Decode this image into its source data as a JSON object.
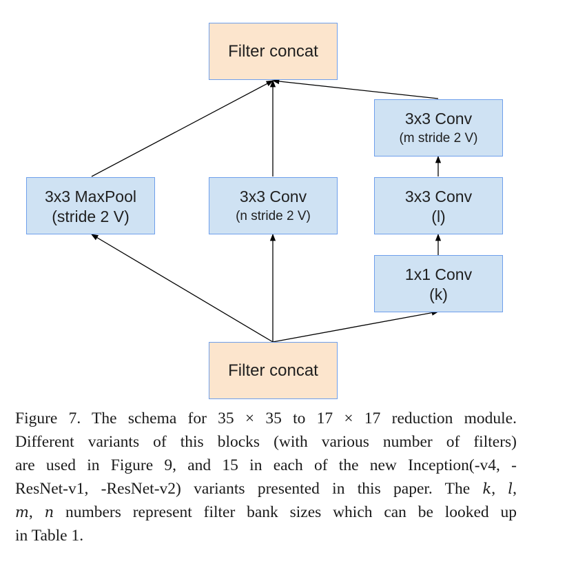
{
  "diagram": {
    "top_concat": "Filter concat",
    "bottom_concat": "Filter concat",
    "maxpool": {
      "line1": "3x3 MaxPool",
      "line2": "(stride 2 V)"
    },
    "mid_conv": {
      "line1": "3x3 Conv",
      "line2": "(n stride 2 V)"
    },
    "right_conv_top": {
      "line1": "3x3 Conv",
      "line2": "(m stride 2 V)"
    },
    "right_conv_mid": {
      "line1": "3x3 Conv",
      "line2": "(l)"
    },
    "right_conv_bottom": {
      "line1": "1x1 Conv",
      "line2": "(k)"
    }
  },
  "caption": {
    "line1": "Figure 7. The schema for 35 × 35 to 17 × 17 reduction module.",
    "line2": "Different variants of this blocks (with various number of filters)",
    "line3": "are used in Figure 9, and 15 in each of the new Inception(-v4, -",
    "line4a": "ResNet-v1, -ResNet-v2) variants presented in this paper. The ",
    "var_k": "k",
    "sep1": ", ",
    "var_l": "l",
    "sep2": ",",
    "var_m": "m",
    "sep3": ", ",
    "var_n": "n",
    "line5b": " numbers represent filter bank sizes which can be looked up",
    "line6": "in Table 1."
  },
  "colors": {
    "concat_fill": "#fce5cd",
    "op_fill": "#cfe2f3",
    "border": "#6d9eeb",
    "arrow": "#000000"
  }
}
